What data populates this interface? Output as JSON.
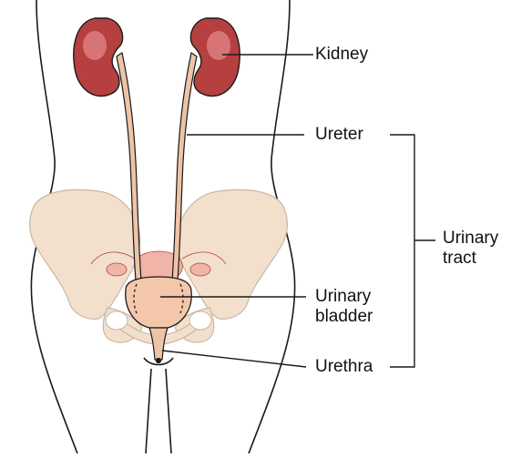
{
  "labels": {
    "kidney": "Kidney",
    "ureter": "Ureter",
    "urinary_tract": "Urinary\ntract",
    "urinary_bladder": "Urinary\nbladder",
    "urethra": "Urethra"
  },
  "colors": {
    "outline": "#1a1a1a",
    "kidney": "#b5403f",
    "kidney_highlight": "#e3868a",
    "ureter": "#efc3a6",
    "pelvis": "#f2e0cd",
    "pelvis_outline": "#c9b7a6",
    "bladder": "#f4c7ab",
    "uterus": "#f0b4a8",
    "leader_line": "#1a1a1a"
  }
}
